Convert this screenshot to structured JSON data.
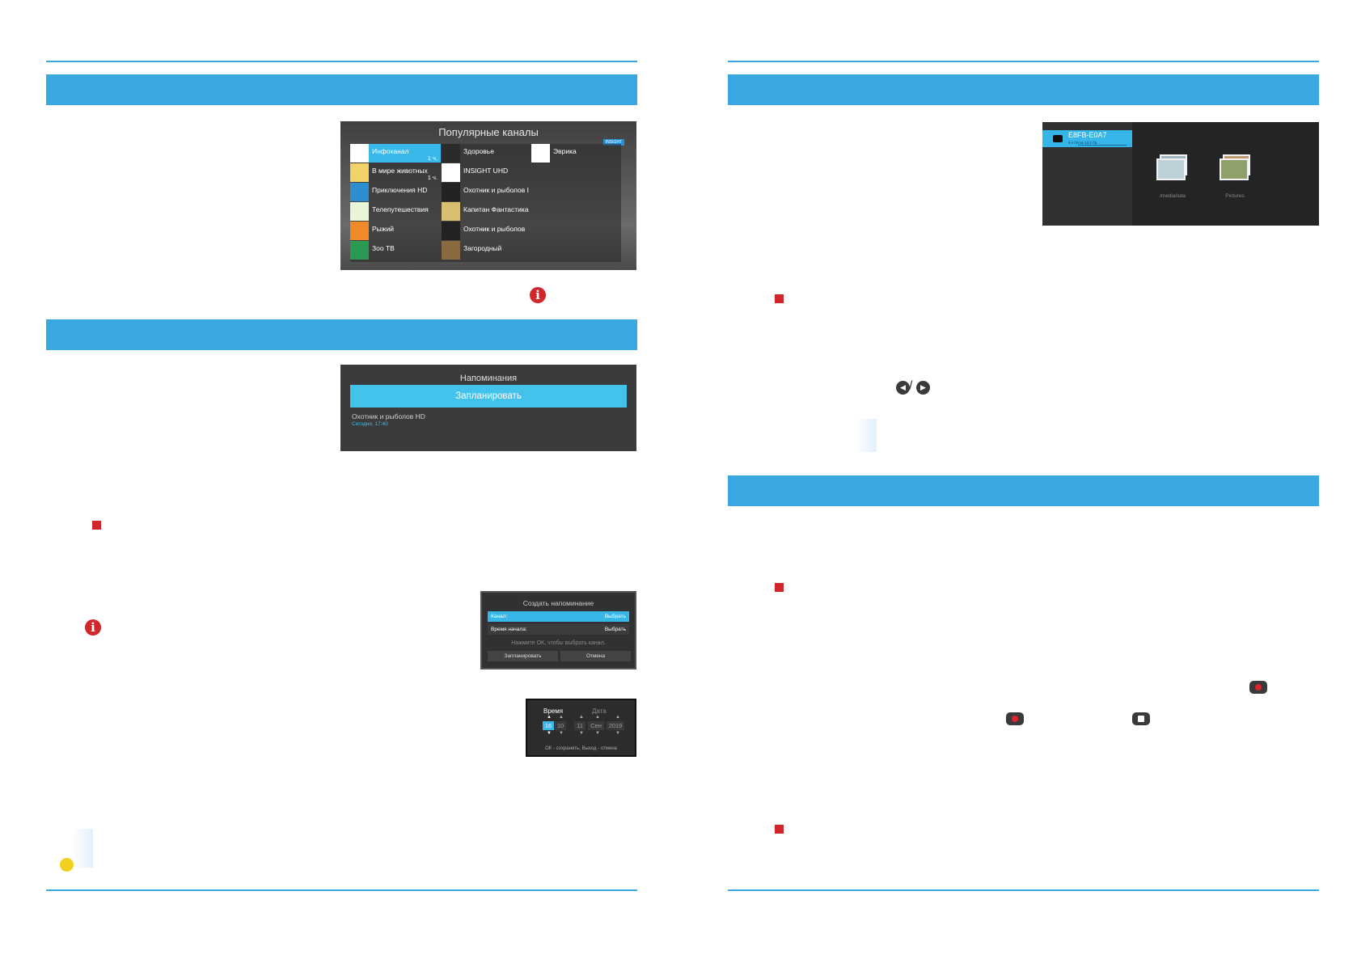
{
  "channels_screen": {
    "title": "Популярные каналы",
    "badge": "INSIGHT",
    "items": [
      {
        "name": "Инфоканал",
        "duration": "1 ч."
      },
      {
        "name": "В мире животных",
        "duration": "1 ч."
      },
      {
        "name": "Приключения HD",
        "duration": ""
      },
      {
        "name": "Телепутешествия",
        "duration": ""
      },
      {
        "name": "Рыжий",
        "duration": ""
      },
      {
        "name": "Зоо ТВ",
        "duration": ""
      },
      {
        "name": "Здоровье",
        "duration": ""
      },
      {
        "name": "INSIGHT UHD",
        "duration": ""
      },
      {
        "name": "Охотник и рыболов I",
        "duration": ""
      },
      {
        "name": "Капитан Фантастика",
        "duration": ""
      },
      {
        "name": "Охотник и рыболов",
        "duration": ""
      },
      {
        "name": "Загородный",
        "duration": ""
      },
      {
        "name": "Эврика",
        "duration": ""
      }
    ]
  },
  "reminders_screen": {
    "title": "Напоминания",
    "schedule_button": "Запланировать",
    "channel": "Охотник и рыболов HD",
    "time": "Сегодня, 17:40"
  },
  "create_reminder_screen": {
    "title": "Создать напоминание",
    "channel_label": "Канал:",
    "channel_value": "Выбрать",
    "start_label": "Время начала:",
    "start_value": "Выбрать",
    "hint": "Нажмите ОК, чтобы выбрать канал.",
    "schedule_button": "Запланировать",
    "cancel_button": "Отмена"
  },
  "time_picker_screen": {
    "time_label": "Время",
    "date_label": "Дата",
    "hour": "16",
    "minute": "10",
    "day": "11",
    "month": "Сен",
    "year": "2019",
    "hint": "ОК - сохранить, Выход - отмена"
  },
  "media_screen": {
    "device_name": "E8FB-E0A7",
    "device_sub": "9.1 ГБ из 14.7 ГБ",
    "folders": [
      "/media/sda",
      "Pictures"
    ]
  },
  "colors": {
    "accent_blue": "#3aa8e0",
    "alert_red": "#d0262a"
  }
}
